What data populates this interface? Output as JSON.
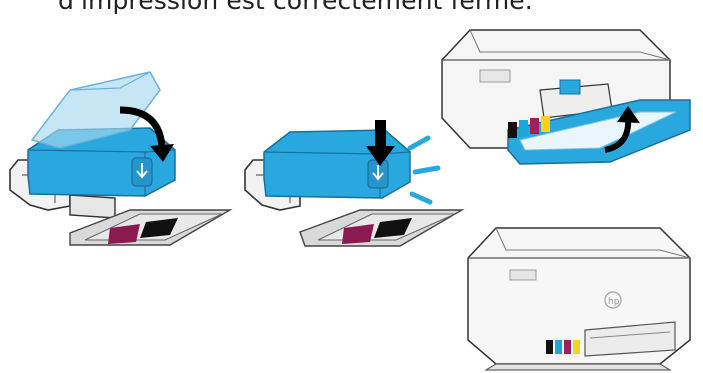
{
  "caption": "d'impression est correctement fermé.",
  "icons": {
    "step1": "printhead-latch-closing-illustration",
    "step2": "printhead-latch-pressed-illustration",
    "step3": "printer-open-closing-illustration",
    "step4": "printer-closed-illustration"
  },
  "colors": {
    "accent_blue": "#29a8e0",
    "magenta": "#a0205a",
    "cyan": "#19a7d8",
    "yellow": "#f7d417",
    "black": "#111111"
  }
}
